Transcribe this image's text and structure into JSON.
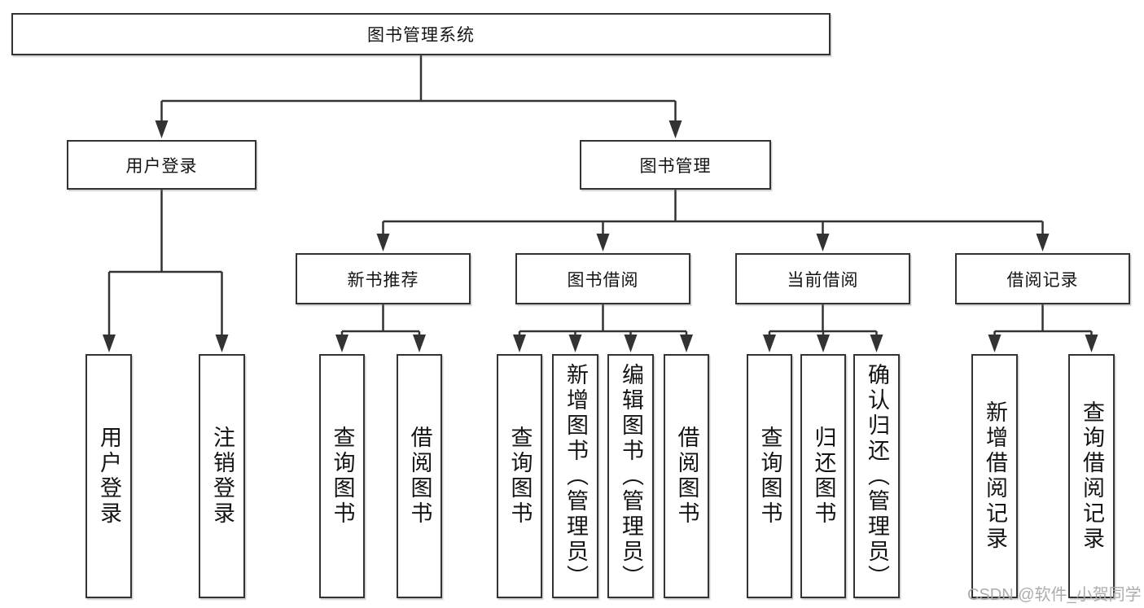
{
  "tree": {
    "root": "图书管理系统",
    "login": {
      "label": "用户登录",
      "children": [
        "用户登录",
        "注销登录"
      ]
    },
    "management": {
      "label": "图书管理",
      "sections": [
        {
          "label": "新书推荐",
          "children": [
            "查询图书",
            "借阅图书"
          ]
        },
        {
          "label": "图书借阅",
          "children": [
            "查询图书",
            "新增图书（管理员）",
            "编辑图书（管理员）",
            "借阅图书"
          ]
        },
        {
          "label": "当前借阅",
          "children": [
            "查询图书",
            "归还图书",
            "确认归还（管理员）"
          ]
        },
        {
          "label": "借阅记录",
          "children": [
            "新增借阅记录",
            "查询借阅记录"
          ]
        }
      ]
    }
  },
  "watermark": {
    "text": "CSDN @软件_小贺同学"
  },
  "colors": {
    "background": "#ffffff",
    "line": "#333333",
    "box_border": "#333333",
    "text": "#141414",
    "watermark_text": "#a8a8a8"
  }
}
